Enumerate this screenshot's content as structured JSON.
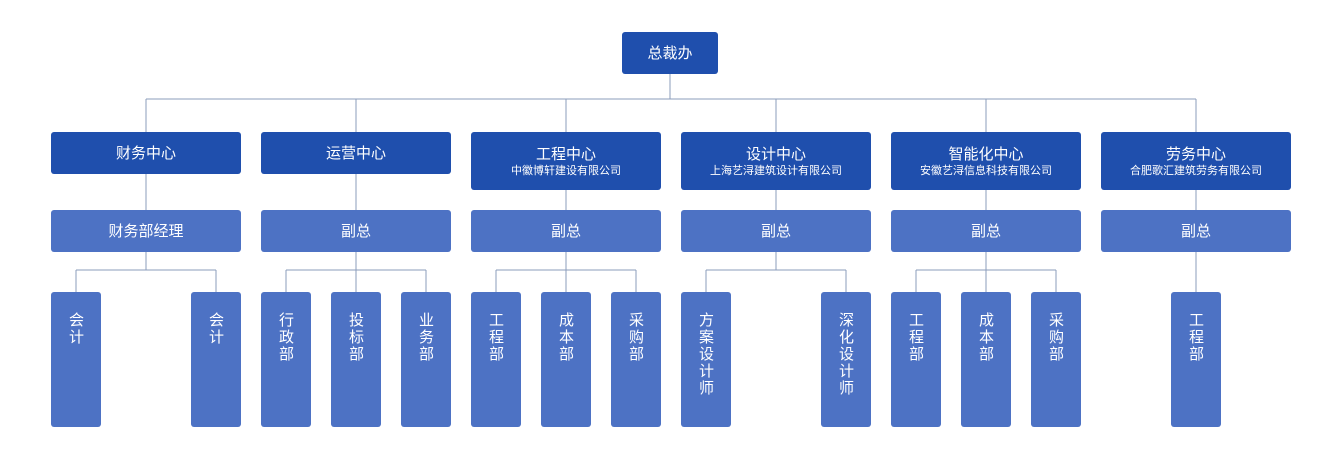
{
  "root": {
    "label": "总裁办"
  },
  "centers": [
    {
      "name": "财务中心",
      "sub": "",
      "deputy": "财务部经理",
      "depts": [
        "会计",
        "会计"
      ]
    },
    {
      "name": "运营中心",
      "sub": "",
      "deputy": "副总",
      "depts": [
        "行政部",
        "投标部",
        "业务部"
      ]
    },
    {
      "name": "工程中心",
      "sub": "中徽博轩建设有限公司",
      "deputy": "副总",
      "depts": [
        "工程部",
        "成本部",
        "采购部"
      ]
    },
    {
      "name": "设计中心",
      "sub": "上海艺浔建筑设计有限公司",
      "deputy": "副总",
      "depts": [
        "方案设计师",
        "深化设计师"
      ]
    },
    {
      "name": "智能化中心",
      "sub": "安徽艺浔信息科技有限公司",
      "deputy": "副总",
      "depts": [
        "工程部",
        "成本部",
        "采购部"
      ]
    },
    {
      "name": "劳务中心",
      "sub": "合肥歌汇建筑劳务有限公司",
      "deputy": "副总",
      "depts": [
        "工程部"
      ]
    }
  ],
  "colors": {
    "level1": "#1f4fad",
    "level2": "#4d72c4",
    "connector": "#8b9cbb"
  }
}
